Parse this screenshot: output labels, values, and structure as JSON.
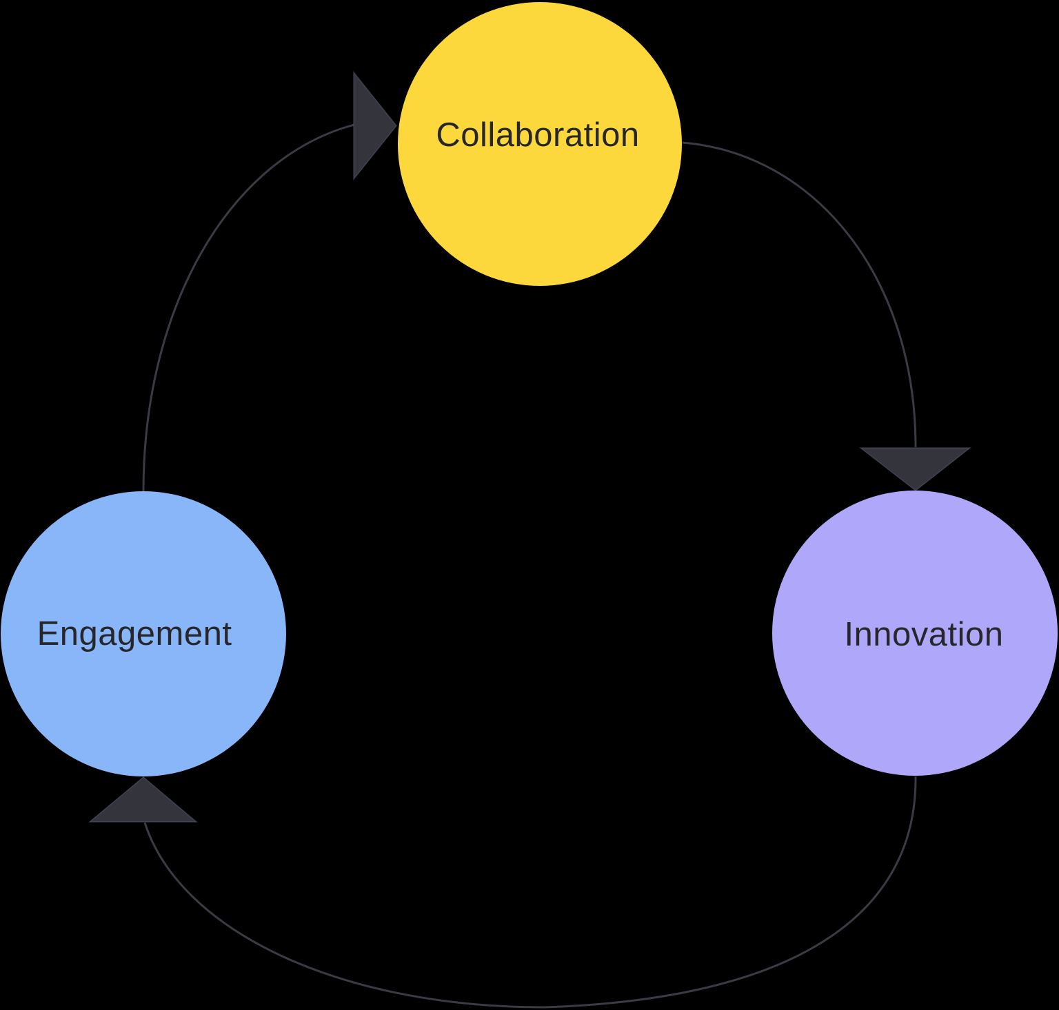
{
  "diagram": {
    "type": "cycle-diagram",
    "background_color": "#000000",
    "connector_color": "#3a3b44",
    "arrow_color": "#33343c",
    "nodes": [
      {
        "id": "collaboration",
        "label": "Collaboration",
        "color": "#fcd83c",
        "text_color": "#26262b",
        "position": "top"
      },
      {
        "id": "innovation",
        "label": "Innovation",
        "color": "#afa7f9",
        "text_color": "#26262b",
        "position": "right"
      },
      {
        "id": "engagement",
        "label": "Engagement",
        "color": "#88b6f8",
        "text_color": "#26262b",
        "position": "left"
      }
    ],
    "edges": [
      {
        "from": "engagement",
        "to": "collaboration"
      },
      {
        "from": "collaboration",
        "to": "innovation"
      },
      {
        "from": "innovation",
        "to": "engagement"
      }
    ]
  }
}
